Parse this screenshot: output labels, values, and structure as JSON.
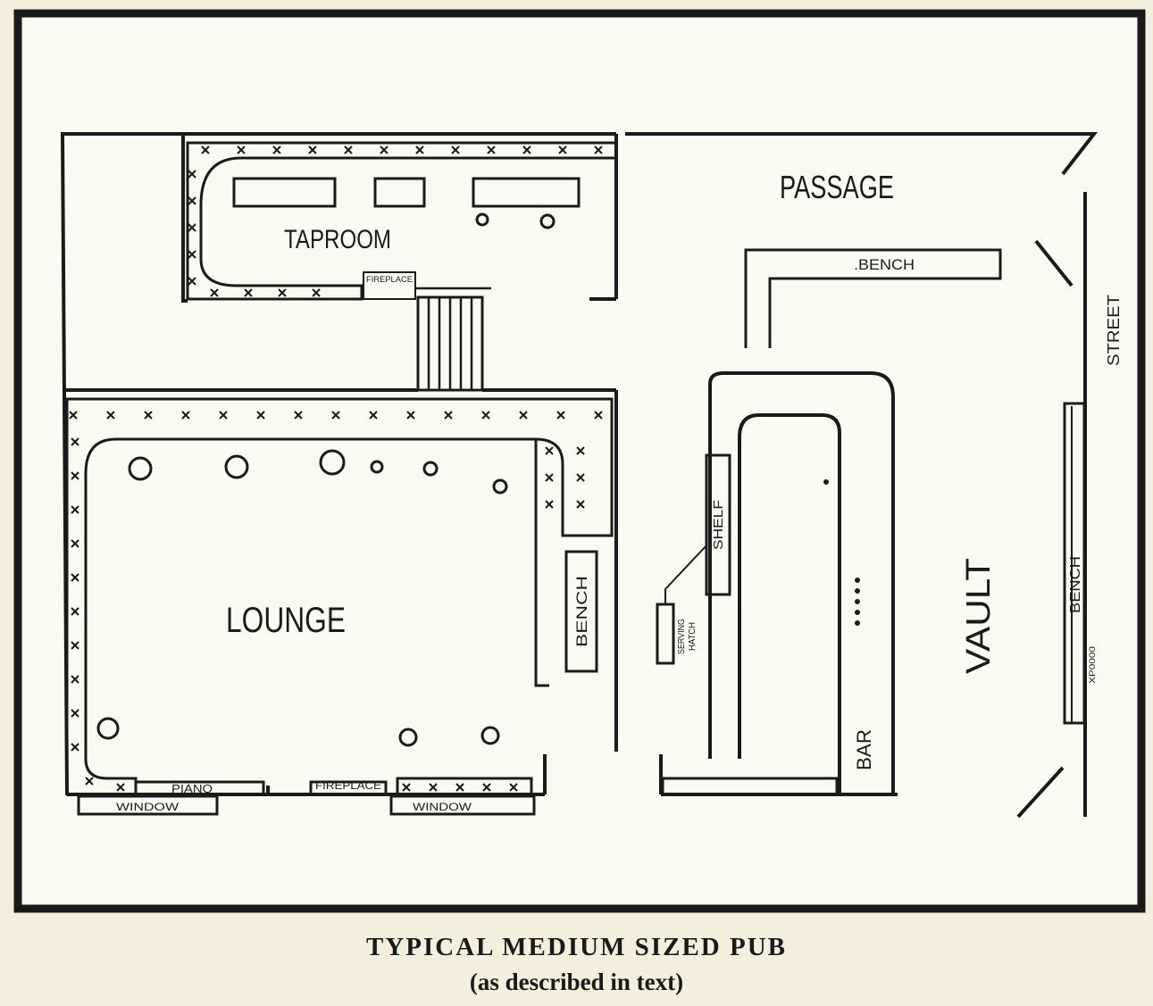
{
  "figure": {
    "rooms": {
      "taproom": "TAPROOM",
      "passage": "PASSAGE",
      "lounge": "LOUNGE",
      "vault": "VAULT",
      "street": "STREET"
    },
    "fixtures": {
      "bench_passage": ".BENCH",
      "bench_lounge": "BENCH",
      "bench_vault": "BENCH",
      "shelf": "SHELF",
      "serving_hatch_1": "SERVING",
      "serving_hatch_2": "HATCH",
      "bar": "BAR",
      "fireplace_taproom": "FIREPLACE",
      "fireplace_lounge": "FIREPLACE",
      "piano": "PIANO",
      "window_left": "WINDOW",
      "window_right": "WINDOW",
      "vault_side_label": "XP0000"
    },
    "caption": "TYPICAL MEDIUM SIZED PUB",
    "subcaption": "(as described in text)"
  },
  "colors": {
    "ink": "#1a1a1a",
    "paper": "#f3efdc",
    "panel": "#fbfaf2"
  }
}
